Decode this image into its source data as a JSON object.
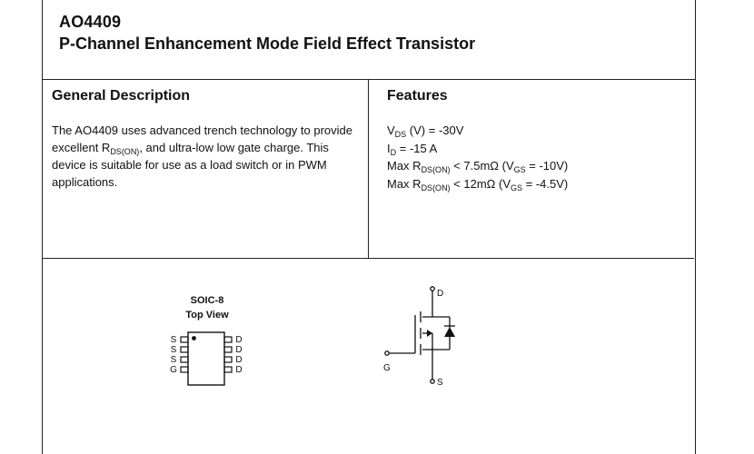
{
  "header": {
    "part_number": "AO4409",
    "subtitle": "P-Channel Enhancement Mode Field Effect Transistor"
  },
  "general_description": {
    "title": "General Description",
    "text_before": "The AO4409 uses advanced trench technology to provide excellent R",
    "text_sub": "DS(ON)",
    "text_after": ", and ultra-low low gate charge. This device is suitable for use as a load switch or in PWM applications."
  },
  "features": {
    "title": "Features",
    "lines": [
      {
        "p1": "V",
        "s1": "DS",
        "p2": " (V) = -30V",
        "s2": "",
        "p3": ""
      },
      {
        "p1": "I",
        "s1": "D",
        "p2": " = -15 A",
        "s2": "",
        "p3": ""
      },
      {
        "p1": "Max R",
        "s1": "DS(ON)",
        "p2": " < 7.5mΩ (V",
        "s2": "GS",
        "p3": " = -10V)"
      },
      {
        "p1": "Max R",
        "s1": "DS(ON)",
        "p2": " < 12mΩ (V",
        "s2": "GS",
        "p3": " = -4.5V)"
      }
    ]
  },
  "package": {
    "title": "SOIC-8",
    "subtitle": "Top View",
    "left_pins": [
      "S",
      "S",
      "S",
      "G"
    ],
    "right_pins": [
      "D",
      "D",
      "D",
      "D"
    ]
  },
  "schematic": {
    "drain": "D",
    "gate": "G",
    "source": "S"
  }
}
